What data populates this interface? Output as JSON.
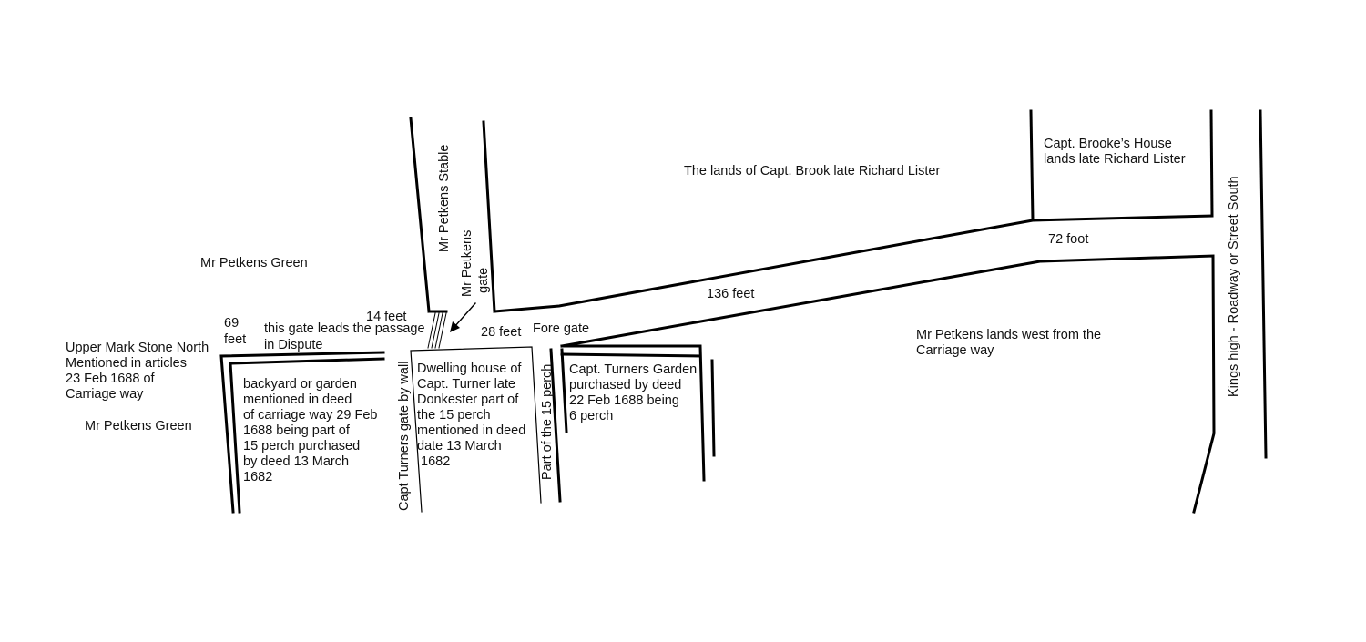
{
  "map": {
    "labels": {
      "lands_brook": "The lands of Capt. Brook late Richard Lister",
      "brooke_house_1": "Capt. Brooke’s House",
      "brooke_house_2": "lands late Richard Lister",
      "petkens_stable": "Mr Petkens Stable",
      "petkens_gate_1": "Mr Petkens",
      "petkens_gate_2": "gate",
      "petkens_green_top": "Mr Petkens Green",
      "petkens_green_bottom": "Mr Petkens Green",
      "feet_14": "14 feet",
      "feet_69_a": "69",
      "feet_69_b": "feet",
      "gate_passage_1": "this gate leads the passage",
      "gate_passage_2": "in Dispute",
      "feet_28": "28 feet",
      "fore_gate": "Fore gate",
      "feet_136": "136 feet",
      "foot_72": "72 foot",
      "petkens_lands_1": "Mr Petkens lands west from the",
      "petkens_lands_2": "Carriage way",
      "kings_high": "Kings high - Roadway or Street South",
      "mark_stone": [
        "Upper Mark Stone North",
        "Mentioned in articles",
        "23 Feb 1688 of",
        "Carriage way"
      ],
      "backyard": [
        "backyard or garden",
        "mentioned in deed",
        "of carriage way 29 Feb",
        "1688 being part of",
        "15 perch purchased",
        "by deed 13 March",
        "1682"
      ],
      "dwelling": [
        "Dwelling house of",
        "Capt. Turner late",
        "Donkester part of",
        "the 15 perch",
        "mentioned in deed",
        "date 13 March",
        " 1682"
      ],
      "turners_gate": "Capt Turners gate by wall",
      "part_15_perch": "Part of the 15 perch",
      "turners_garden": [
        "Capt. Turners Garden",
        "purchased by deed",
        "22 Feb 1688 being",
        "6 perch"
      ]
    }
  }
}
